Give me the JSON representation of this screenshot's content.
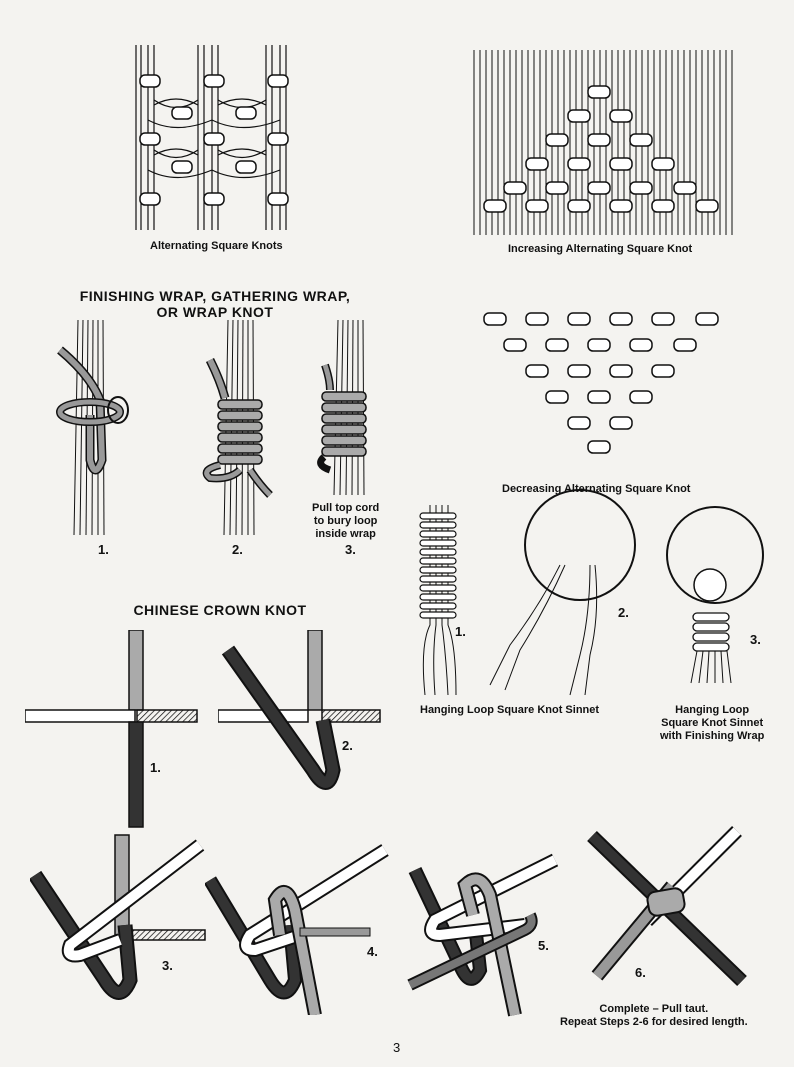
{
  "captions": {
    "alternating": "Alternating Square Knots",
    "increasing": "Increasing Alternating Square Knot",
    "decreasing": "Decreasing Alternating Square Knot",
    "sinnet": "Hanging Loop Square Knot Sinnet",
    "sinnet_wrap": [
      "Hanging Loop",
      "Square Knot Sinnet",
      "with Finishing Wrap"
    ],
    "pull_top": [
      "Pull top cord",
      "to bury loop",
      "inside wrap"
    ],
    "complete": [
      "Complete – Pull taut.",
      "Repeat Steps 2-6 for desired length."
    ]
  },
  "headings": {
    "wrap": [
      "FINISHING WRAP, GATHERING WRAP,",
      "OR WRAP KNOT"
    ],
    "crown": "CHINESE CROWN KNOT"
  },
  "step_numbers": {
    "wrap": [
      "1.",
      "2.",
      "3."
    ],
    "sinnet": [
      "1.",
      "2.",
      "3."
    ],
    "crown": [
      "1.",
      "2.",
      "3.",
      "4.",
      "5.",
      "6."
    ]
  },
  "page_number": "3"
}
